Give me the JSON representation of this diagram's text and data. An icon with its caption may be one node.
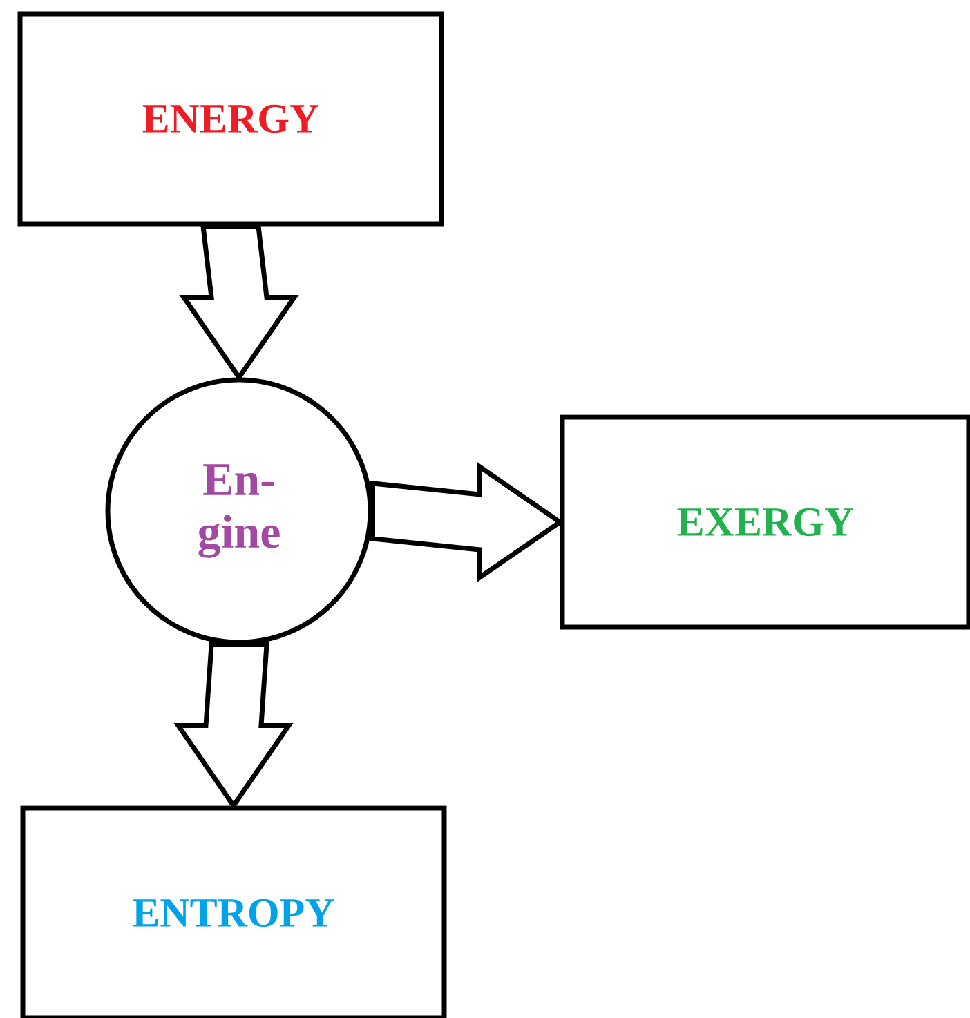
{
  "diagram": {
    "nodes": [
      {
        "text": [
          "ENERGY"
        ]
      },
      {
        "text": [
          "En- gine"
        ]
      },
      {
        "text": [
          "EXERGY"
        ]
      },
      {
        "text": [
          "ENTROPY"
        ]
      }
    ],
    "edges": [
      {
        "from": 0,
        "to": 1,
        "arrow": "to"
      },
      {
        "from": 1,
        "to": 2,
        "arrow": "to"
      },
      {
        "from": 1,
        "to": 3,
        "arrow": "to"
      }
    ]
  }
}
